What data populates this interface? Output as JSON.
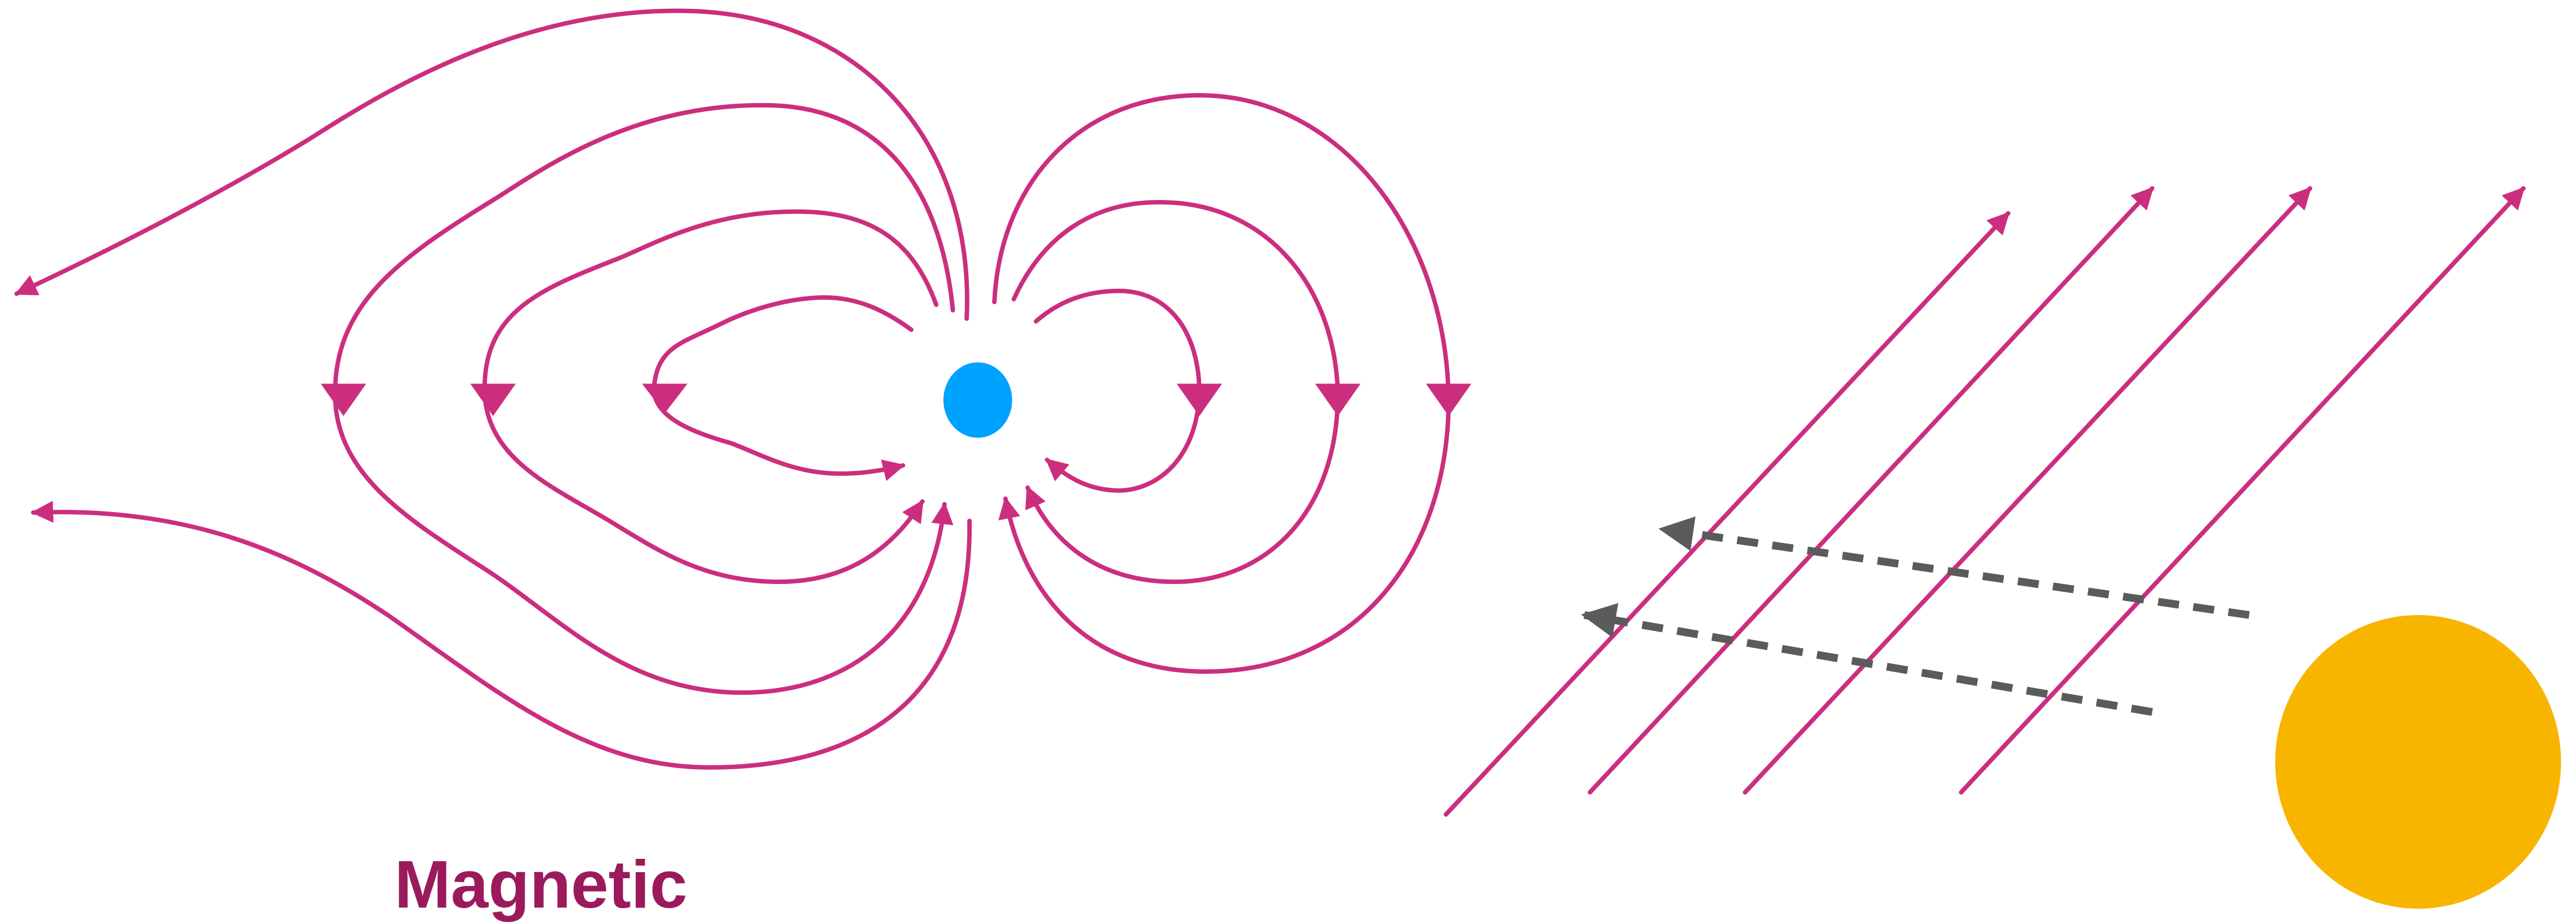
{
  "caption": "Magnetic",
  "colors": {
    "field_lines": "#cc2e7e",
    "planet": "#00a2ff",
    "sun": "#f7b500",
    "solar_wind": "#5b5b5b",
    "caption": "#9b1a5c"
  },
  "elements": {
    "planet": "blue-circle",
    "sun": "yellow-circle",
    "solar_wind": "grey-dashed-arrows",
    "field_lines": "magenta-arrowed-curves"
  }
}
